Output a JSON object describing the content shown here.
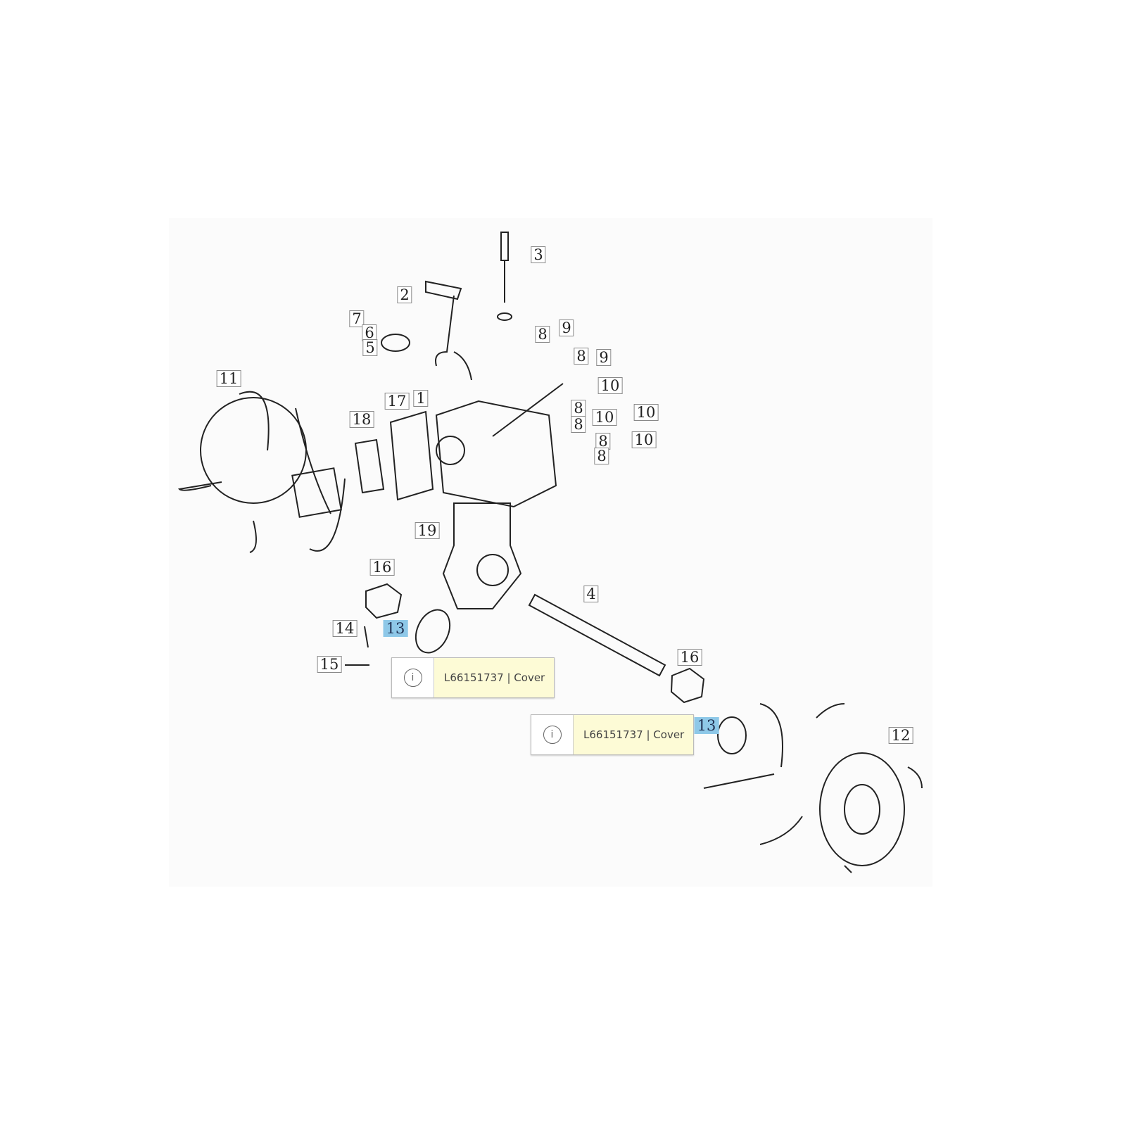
{
  "diagram": {
    "callouts": [
      "3",
      "2",
      "7",
      "6",
      "5",
      "9",
      "8",
      "8",
      "9",
      "11",
      "10",
      "17",
      "1",
      "18",
      "8",
      "8",
      "10",
      "10",
      "8",
      "10",
      "8",
      "19",
      "16",
      "4",
      "14",
      "13",
      "15",
      "16",
      "13",
      "12"
    ],
    "highlight_color": "#8ec8e8"
  },
  "tooltips": [
    {
      "icon": "info-icon",
      "icon_glyph": "i",
      "text": "L66151737 | Cover"
    },
    {
      "icon": "info-icon",
      "icon_glyph": "i",
      "text": "L66151737 | Cover"
    }
  ]
}
